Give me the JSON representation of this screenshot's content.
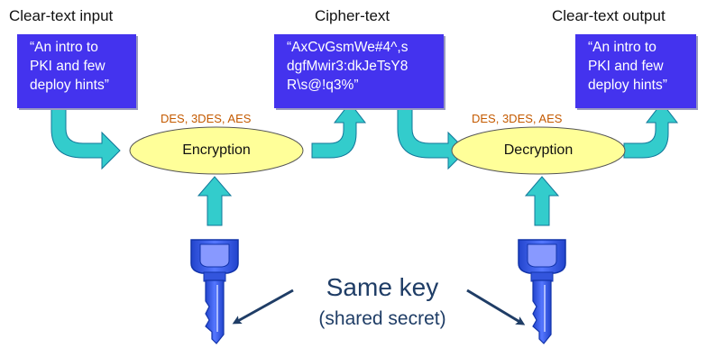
{
  "labels": {
    "clear_input": "Clear-text input",
    "cipher": "Cipher-text",
    "clear_output": "Clear-text output"
  },
  "boxes": {
    "input": [
      "“An intro to",
      "PKI and few",
      "deploy hints”"
    ],
    "cipher": [
      "“AxCvGsmWe#4^,s",
      "dgfMwir3:dkJeTsY8",
      "R\\s@!q3%”"
    ],
    "output": [
      "“An intro to",
      "PKI and few",
      "deploy hints”"
    ]
  },
  "algorithms": {
    "encrypt": "DES, 3DES, AES",
    "decrypt": "DES, 3DES, AES"
  },
  "processes": {
    "encrypt": "Encryption",
    "decrypt": "Decryption"
  },
  "key_caption": {
    "main": "Same key",
    "sub": "(shared secret)"
  },
  "colors": {
    "box_fill": "#4433ee",
    "box_text": "#ffffff",
    "arrow_teal": "#33cccc",
    "ellipse_fill": "#ffff99",
    "algo_text": "#c45a00",
    "key_blue": "#3355dd",
    "caption_text": "#1f3d66"
  }
}
